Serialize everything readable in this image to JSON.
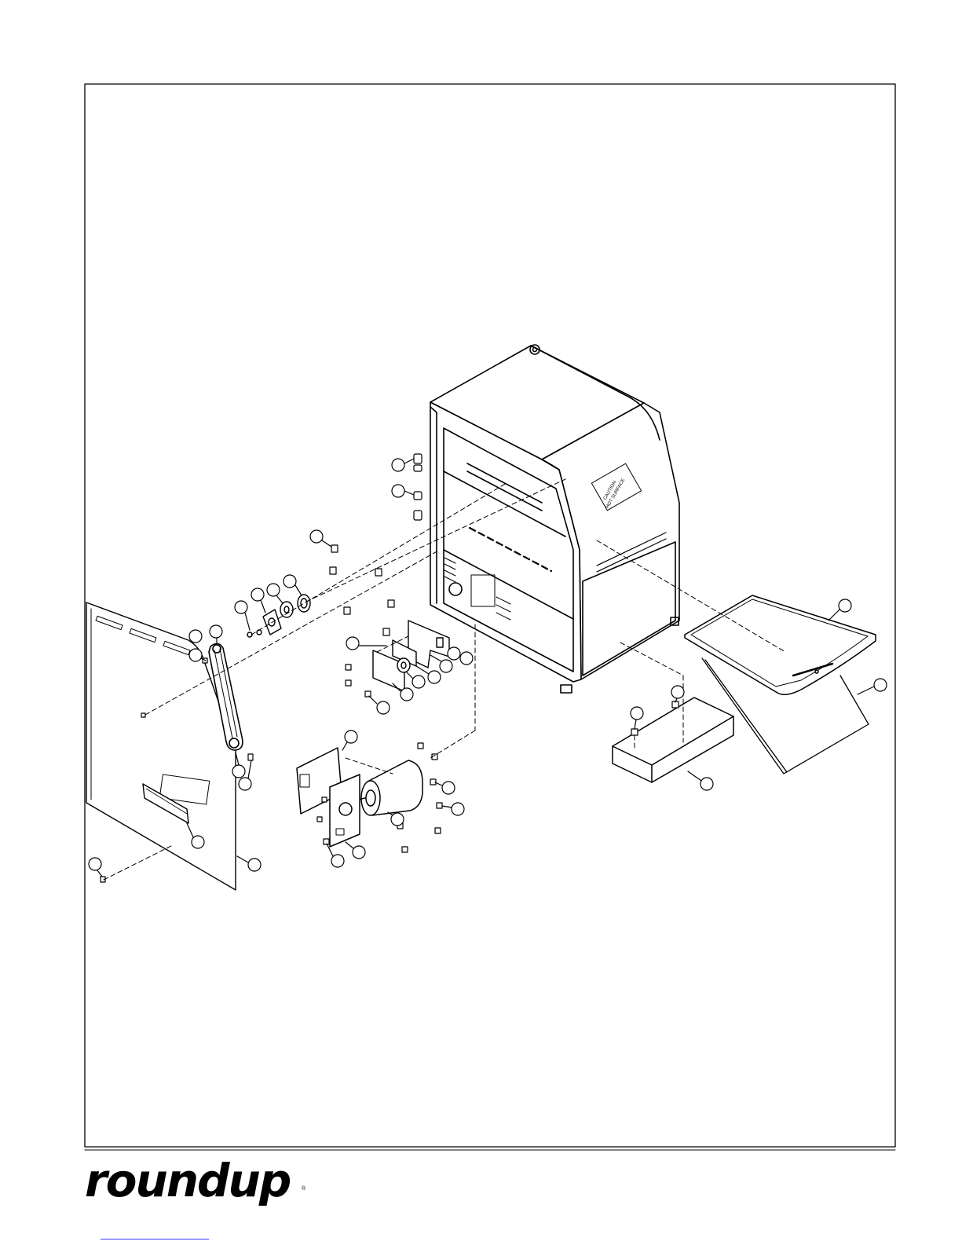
{
  "brand": {
    "name": "roundup",
    "registered_mark": "®"
  },
  "cabinet": {
    "warning_label_line1": "CAUTION",
    "warning_label_line2": "HOT SURFACE"
  },
  "colors": {
    "ink": "#000000",
    "paper": "#ffffff",
    "link": "#3a3aff"
  }
}
